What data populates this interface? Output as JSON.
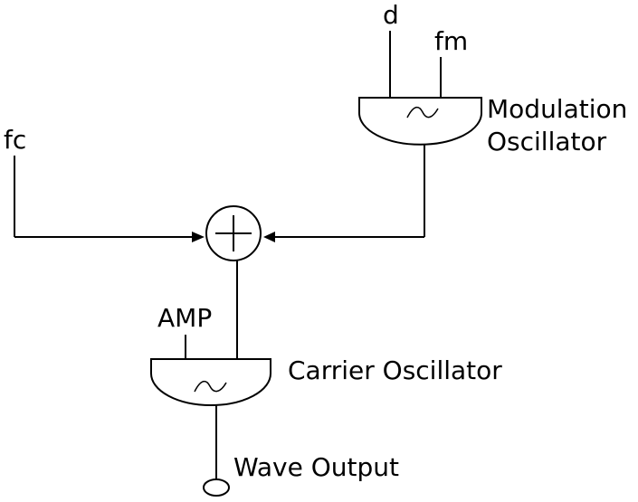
{
  "labels": {
    "d": "d",
    "fm": "fm",
    "fc": "fc",
    "modulation_oscillator_line1": "Modulation",
    "modulation_oscillator_line2": "Oscillator",
    "amp": "AMP",
    "carrier_oscillator": "Carrier Oscillator",
    "wave_output": "Wave Output"
  },
  "icons": {
    "oscillator": "sine-wave-icon",
    "adder": "plus-circle-icon"
  }
}
